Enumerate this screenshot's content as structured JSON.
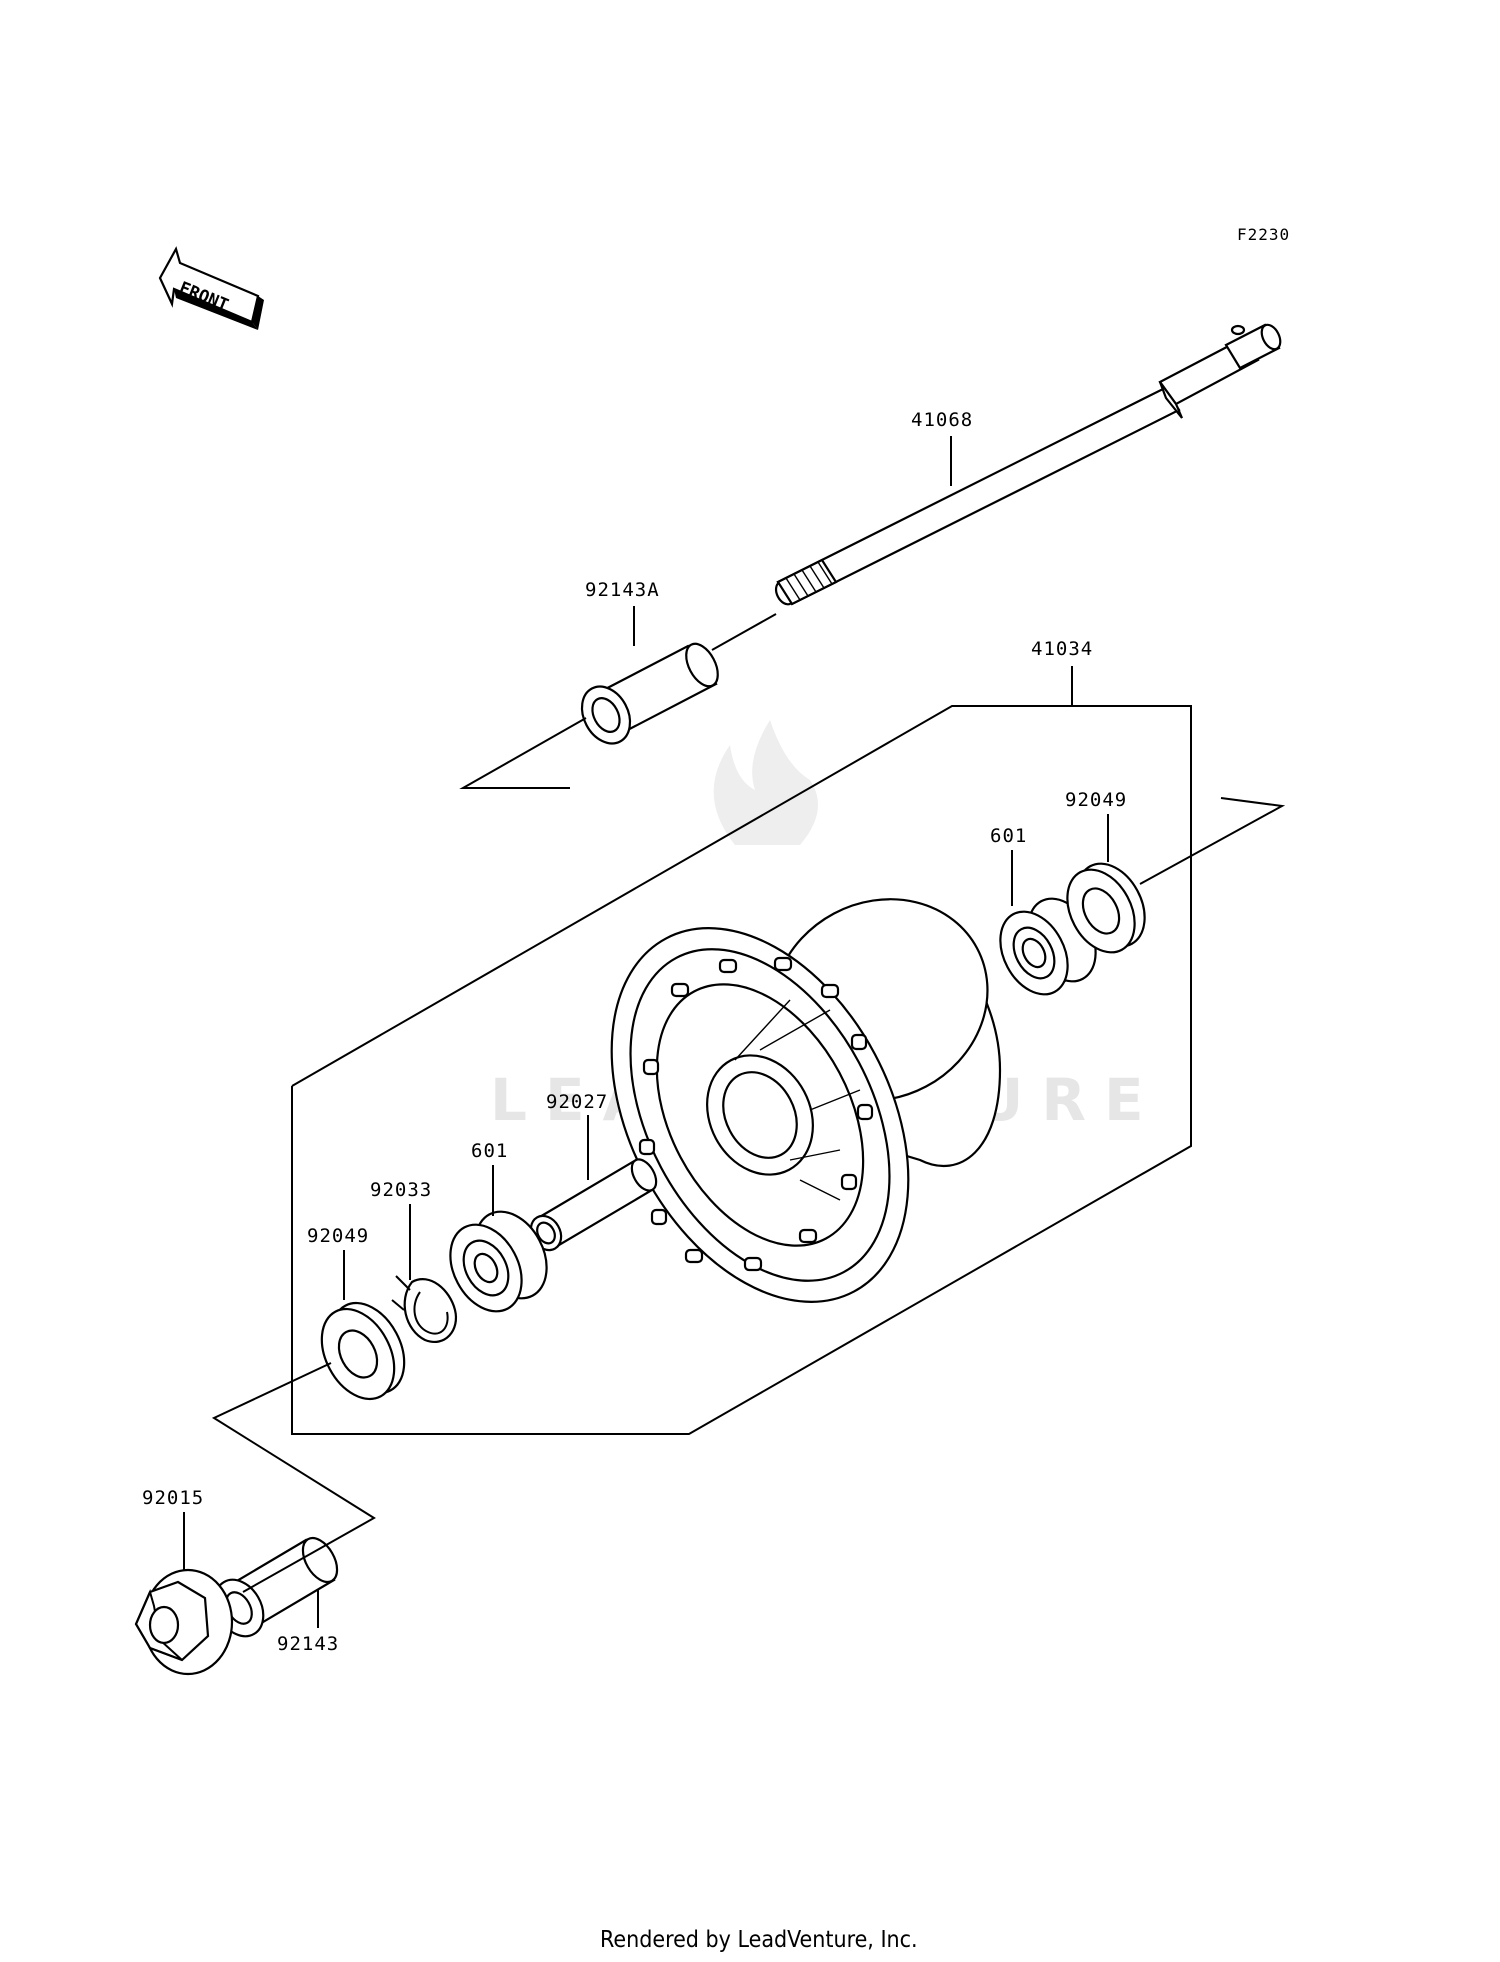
{
  "diagram": {
    "code": "F2230",
    "direction_label": "FRONT",
    "watermark": "LEADVENTURE",
    "labels": {
      "p41068": "41068",
      "p92143A": "92143A",
      "p41034": "41034",
      "p92049_right": "92049",
      "p601_right": "601",
      "p92027": "92027",
      "p601_left": "601",
      "p92033": "92033",
      "p92049_left": "92049",
      "p92015": "92015",
      "p92143": "92143"
    },
    "footer": "Rendered by LeadVenture, Inc."
  }
}
